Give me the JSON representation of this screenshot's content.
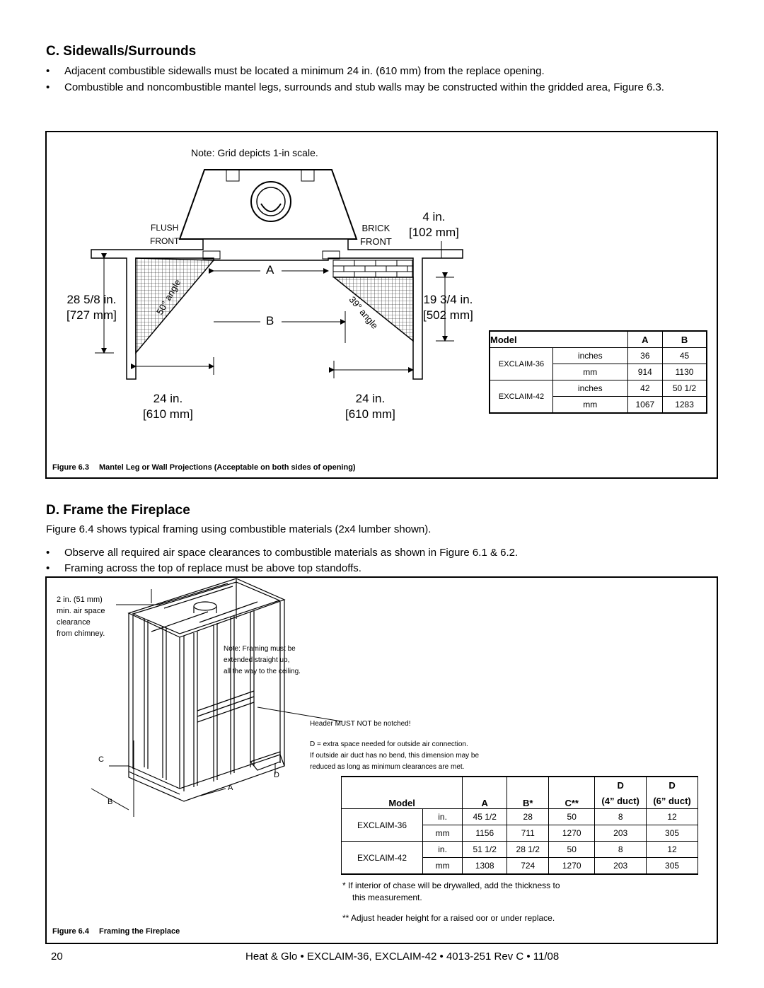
{
  "section_c": {
    "heading": "C. Sidewalls/Surrounds",
    "bullets": [
      "Adjacent combustible sidewalls must be located a minimum 24 in. (610 mm) from the   replace opening.",
      "Combustible and noncombustible mantel legs, surrounds and stub walls may be constructed within the gridded area, Figure 6.3."
    ]
  },
  "figure_6_3": {
    "note": "Note: Grid depicts 1-in scale.",
    "flush_label": [
      "FLUSH",
      "FRONT"
    ],
    "brick_label": [
      "BRICK",
      "FRONT"
    ],
    "dim_4in": [
      "4 in.",
      "[102 mm]"
    ],
    "dim_left": [
      "28 5/8 in.",
      "[727 mm]"
    ],
    "dim_right": [
      "19 3/4 in.",
      "[502 mm]"
    ],
    "dim_bottom_left": [
      "24 in.",
      "[610 mm]"
    ],
    "dim_bottom_right": [
      "24 in.",
      "[610 mm]"
    ],
    "label_a": "A",
    "label_b": "B",
    "angle_left": "50° angle",
    "angle_right": "39° angle",
    "table": {
      "headers": [
        "Model",
        "A",
        "B"
      ],
      "rows": [
        {
          "model": "EXCLAIM-36",
          "units": [
            "inches",
            "mm"
          ],
          "a": [
            "36",
            "914"
          ],
          "b": [
            "45",
            "1130"
          ]
        },
        {
          "model": "EXCLAIM-42",
          "units": [
            "inches",
            "mm"
          ],
          "a": [
            "42",
            "1067"
          ],
          "b": [
            "50 1/2",
            "1283"
          ]
        }
      ]
    },
    "caption_num": "Figure 6.3",
    "caption_text": "Mantel Leg or Wall Projections (Acceptable on both sides of opening)"
  },
  "section_d": {
    "heading": "D. Frame the Fireplace",
    "intro": "Figure 6.4 shows typical framing using combustible materials (2x4 lumber shown).",
    "bullets": [
      "Observe all required air space clearances to combustible materials as shown in Figure 6.1 & 6.2.",
      "Framing across the top of   replace must be above top standoffs."
    ]
  },
  "figure_6_4": {
    "callout_chimney": [
      "2 in. (51 mm)",
      "min. air space",
      "clearance",
      "from chimney."
    ],
    "note_framing": [
      "Note: Framing must be",
      "extended straight up,",
      "all the way to the ceiling."
    ],
    "header_note": "Header MUST NOT be notched!",
    "d_note": [
      "D = extra space needed for outside air connection.",
      "If outside air duct has no bend, this dimension may be",
      "reduced as long as minimum clearances are met."
    ],
    "labels": {
      "a": "A",
      "b": "B",
      "c": "C",
      "d": "D"
    },
    "table": {
      "headers": [
        "Model",
        "A",
        "B*",
        "C**",
        "D",
        "D"
      ],
      "subheaders": [
        "(4” duct)",
        "(6” duct)"
      ],
      "rows": [
        {
          "model": "EXCLAIM-36",
          "units": [
            "in.",
            "mm"
          ],
          "a": [
            "45 1/2",
            "1156"
          ],
          "b": [
            "28",
            "711"
          ],
          "c": [
            "50",
            "1270"
          ],
          "d4": [
            "8",
            "203"
          ],
          "d6": [
            "12",
            "305"
          ]
        },
        {
          "model": "EXCLAIM-42",
          "units": [
            "in.",
            "mm"
          ],
          "a": [
            "51 1/2",
            "1308"
          ],
          "b": [
            "28 1/2",
            "724"
          ],
          "c": [
            "50",
            "1270"
          ],
          "d4": [
            "8",
            "203"
          ],
          "d6": [
            "12",
            "305"
          ]
        }
      ]
    },
    "footnote1": [
      "*   If interior of chase will be drywalled, add the thickness to",
      "this measurement."
    ],
    "footnote2": "** Adjust header height for a raised   oor or under   replace.",
    "caption_num": "Figure 6.4",
    "caption_text": "Framing the Fireplace"
  },
  "footer": {
    "page": "20",
    "text": "Heat & Glo • EXCLAIM-36, EXCLAIM-42 • 4013-251 Rev C • 11/08"
  }
}
